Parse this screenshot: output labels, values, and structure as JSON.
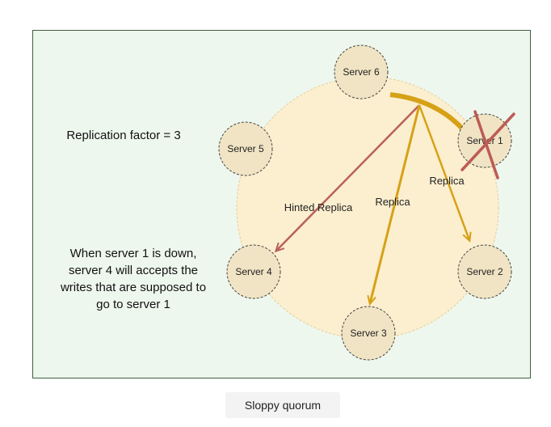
{
  "diagram": {
    "notes": {
      "replication_factor": "Replication factor = 3",
      "description_lines": [
        "When server 1 is down,",
        "server 4 will accepts the",
        "writes that are supposed to",
        "go to server 1"
      ]
    },
    "servers": {
      "s1": "Server 1",
      "s2": "Server 2",
      "s3": "Server 3",
      "s4": "Server 4",
      "s5": "Server 5",
      "s6": "Server 6"
    },
    "edges": {
      "replica_s2": "Replica",
      "replica_s3": "Replica",
      "hinted_s4": "Hinted Replica"
    },
    "colors": {
      "ring_fill": "#fcefcf",
      "node_fill": "#f0e4c4",
      "replica_arrow": "#d6a116",
      "hinted_arrow": "#b9625a",
      "cross": "#bd5b54",
      "frame_fill": "#eef7ee"
    }
  },
  "caption": "Sloppy quorum"
}
